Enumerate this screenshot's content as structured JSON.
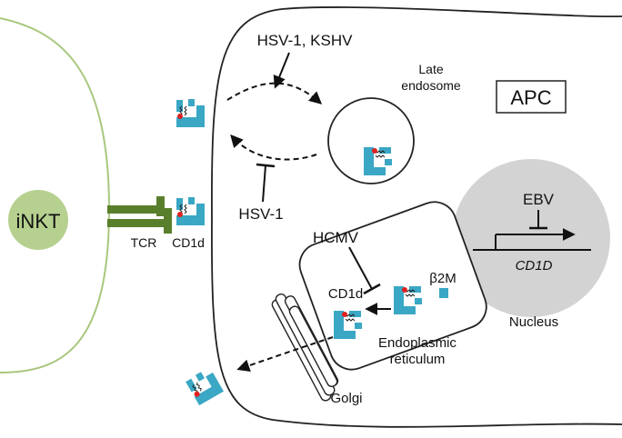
{
  "labels": {
    "inkt": "iNKT",
    "apc": "APC",
    "hsv_kshv": "HSV-1, KSHV",
    "late_endosome_line1": "Late",
    "late_endosome_line2": "endosome",
    "hsv1": "HSV-1",
    "tcr": "TCR",
    "cd1d_surface": "CD1d",
    "hcmv": "HCMV",
    "cd1d_er": "CD1d",
    "b2m": "β2M",
    "ebv": "EBV",
    "cd1d_gene": "CD1D",
    "nucleus": "Nucleus",
    "er_line1": "Endoplasmic",
    "er_line2": "reticulum",
    "golgi": "Golgi"
  },
  "colors": {
    "membrane_inkt": "#a9c77e",
    "inkt_fill": "#b6d18f",
    "tcr": "#5a7f2c",
    "cd1d": "#3aa7c4",
    "lipid": "#e02020",
    "nucleus_fill": "#d3d3d3",
    "outline": "#222222"
  }
}
